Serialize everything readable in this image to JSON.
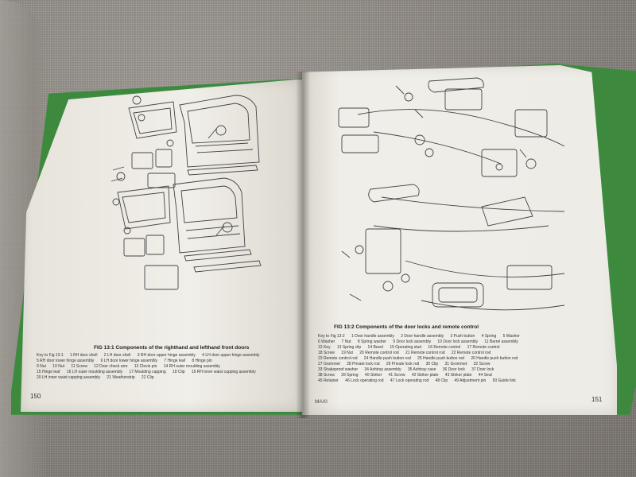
{
  "left_page": {
    "figure_caption": "FIG 13:1   Components of the righthand and lefthand front doors",
    "key_lines": [
      "Key to Fig 13:1      1 RH door shell      2 LH door shell      3 RH door upper hinge assembly      4 LH door upper hinge assembly",
      "5 RH door lower hinge assembly      6 LH door lower hinge assembly      7 Hinge leaf      8 Hinge pin",
      "9 Nut      10 Nut      11 Screw      12 Door check arm      13 Clevis pin      14 RH outer moulding assembly",
      "15 Hinge leaf      16 LH outer moulding assembly      17 Moulding capping      18 Clip      19 RH inner waist capping assembly",
      "20 LH inner waist capping assembly      21 Weatherstrip      22 Clip"
    ],
    "page_number": "150"
  },
  "right_page": {
    "figure_caption": "FIG 13:2   Components of the door locks and remote control",
    "key_lines": [
      "Key to Fig 13:2      1 Door handle assembly      2 Door handle assembly      3 Push button      4 Spring      5 Washer",
      "6 Washer      7 Nut      8 Spring washer      9 Door lock assembly      10 Door lock assembly      11 Barrel assembly",
      "12 Key      13 Spring clip      14 Bezel      15 Operating stud      16 Remote control      17 Remote control",
      "18 Screw      19 Nut      20 Remote control rod      21 Remote control rod      22 Remote control rod",
      "23 Remote control rod      24 Handle push button rod      25 Handle push button rod      26 Handle push button rod",
      "27 Grommet      28 Private lock rod      29 Private lock rod      30 Clip      31 Grommet      32 Screw",
      "33 Shakeproof washer      34 Ashtray assembly      35 Ashtray case      36 Door lock      37 Door lock",
      "38 Screw      39 Spring      40 Striker      41 Screw      42 Striker plate      43 Striker plate      44 Seal",
      "45 Retainer      46 Lock operating rod      47 Lock operating rod      48 Clip      49 Adjustment pin      50 Guide link"
    ],
    "footer_label": "MAXI",
    "page_number": "151"
  },
  "colors": {
    "cover_green": "#3d8a3f",
    "paper": "#efede6",
    "sofa_gray": "#8f8a84",
    "ink": "#333333"
  }
}
